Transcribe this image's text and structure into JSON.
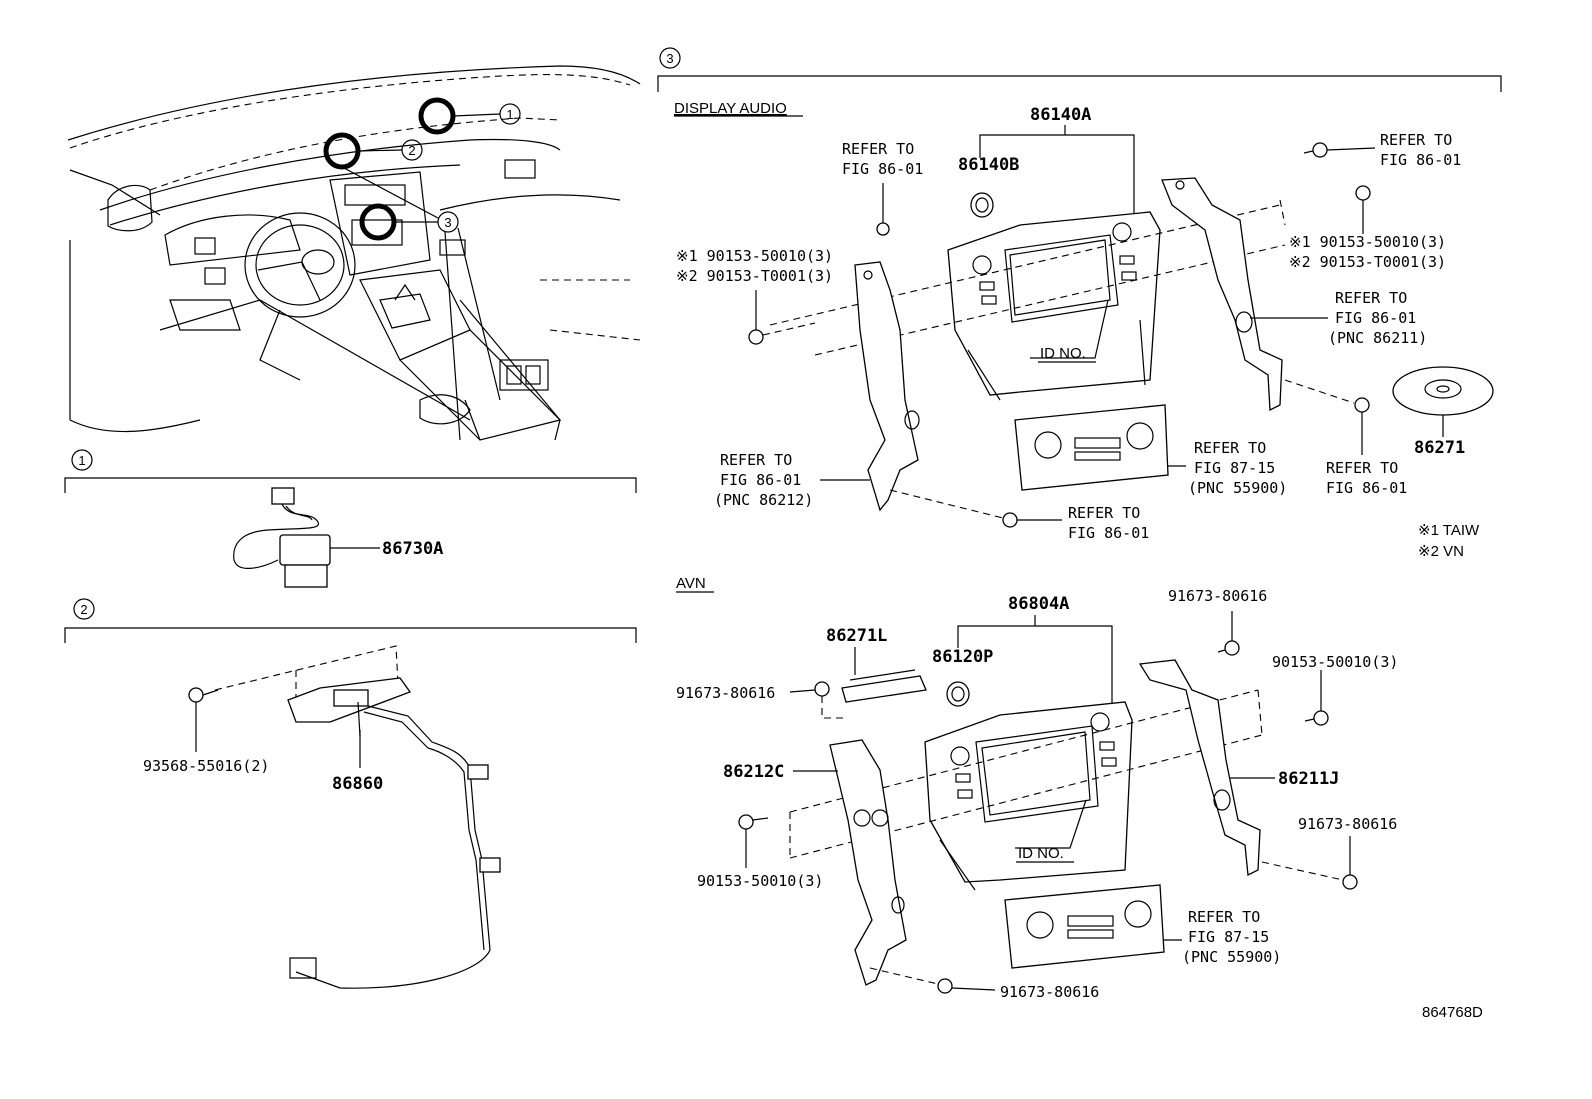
{
  "sections": {
    "s1": "1",
    "s2": "2",
    "s3": "3"
  },
  "overview": {
    "callout1": "1",
    "callout2": "2",
    "callout3": "3"
  },
  "sec1": {
    "part": "86730A"
  },
  "sec2": {
    "part": "86860",
    "bolt": "93568-55016(2)"
  },
  "display_audio": {
    "heading": "DISPLAY AUDIO",
    "unit": "86140A",
    "knob": "86140B",
    "id_no": "ID NO.",
    "disc": "86271",
    "ref_tl_1": "REFER TO",
    "ref_tl_2": "FIG 86-01",
    "bolt_l_1": "※1 90153-50010(3)",
    "bolt_l_2": "※2 90153-T0001(3)",
    "ref_tr_1": "REFER TO",
    "ref_tr_2": "FIG 86-01",
    "bolt_r_1": "※1 90153-50010(3)",
    "bolt_r_2": "※2 90153-T0001(3)",
    "ref_br_1": "REFER TO",
    "ref_br_2": "FIG 86-01",
    "ref_br_3": "(PNC 86211)",
    "ref_bl_1": "REFER TO",
    "ref_bl_2": "FIG 86-01",
    "ref_bl_3": "(PNC 86212)",
    "ref_climate_1": "REFER TO",
    "ref_climate_2": "FIG 87-15",
    "ref_climate_3": "(PNC 55900)",
    "ref_rscrew_1": "REFER TO",
    "ref_rscrew_2": "FIG 86-01",
    "ref_bscrew_1": "REFER TO",
    "ref_bscrew_2": "FIG 86-01",
    "note1": "※1 TAIW",
    "note2": "※2 VN"
  },
  "avn": {
    "heading": "AVN",
    "unit": "86804A",
    "bracket_top": "86271L",
    "knob": "86120P",
    "screw_top_left": "91673-80616",
    "screw_top_right": "91673-80616",
    "bolt_right": "90153-50010(3)",
    "bracket_left": "86212C",
    "bracket_right": "86211J",
    "id_no": "ID NO.",
    "bolt_left": "90153-50010(3)",
    "screw_right": "91673-80616",
    "ref_climate_1": "REFER TO",
    "ref_climate_2": "FIG 87-15",
    "ref_climate_3": "(PNC 55900)",
    "screw_bottom": "91673-80616"
  },
  "figure_code": "864768D"
}
